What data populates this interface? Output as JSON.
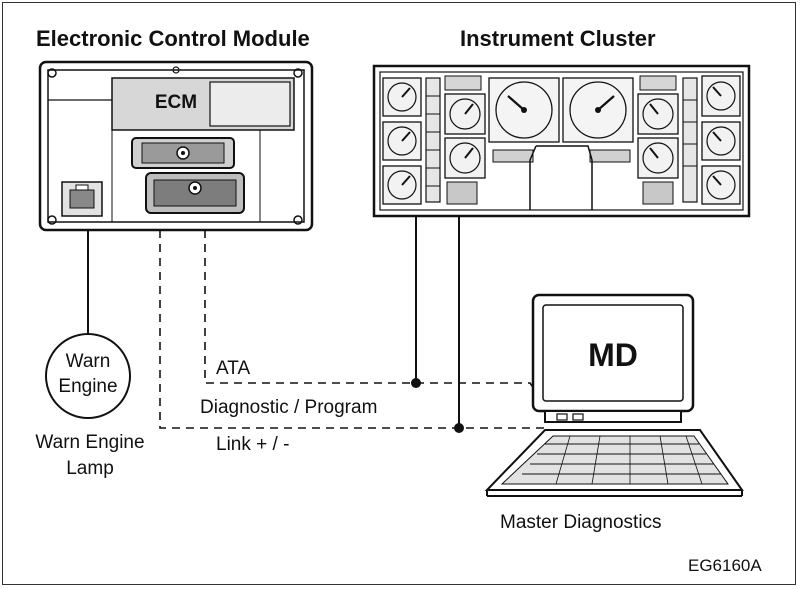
{
  "titles": {
    "ecm_module": "Electronic Control Module",
    "instrument_cluster": "Instrument Cluster"
  },
  "ecm": {
    "label": "ECM"
  },
  "lamp": {
    "line1": "Warn",
    "line2": "Engine",
    "caption_line1": "Warn Engine",
    "caption_line2": "Lamp"
  },
  "links": {
    "ata": "ATA",
    "diag_program": "Diagnostic / Program",
    "link_pm": "Link + / -"
  },
  "computer": {
    "screen_label": "MD",
    "caption": "Master Diagnostics"
  },
  "figure_code": "EG6160A"
}
